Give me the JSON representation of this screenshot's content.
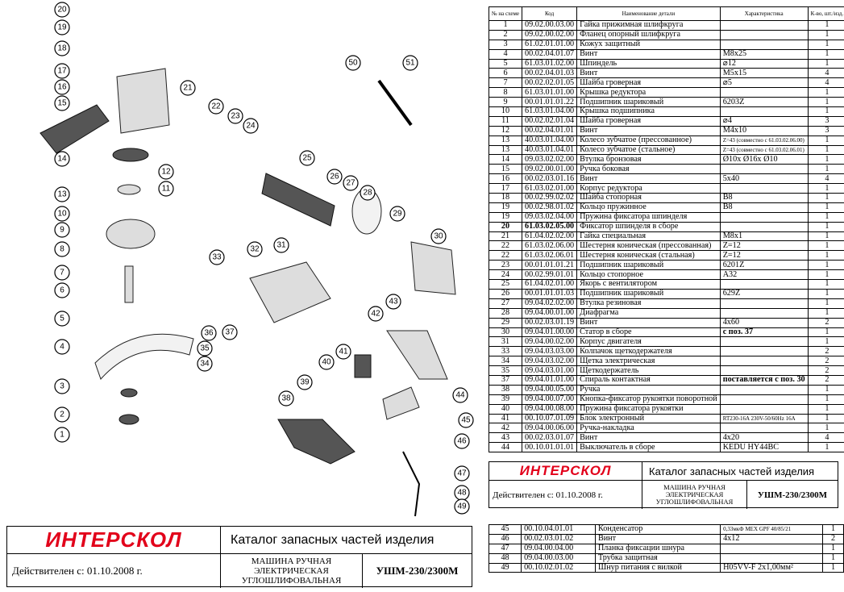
{
  "callouts": [
    "1",
    "2",
    "3",
    "4",
    "5",
    "6",
    "7",
    "8",
    "9",
    "10",
    "11",
    "12",
    "13",
    "14",
    "15",
    "16",
    "17",
    "18",
    "19",
    "20",
    "21",
    "22",
    "23",
    "24",
    "25",
    "26",
    "27",
    "28",
    "29",
    "30",
    "31",
    "32",
    "33",
    "34",
    "35",
    "36",
    "37",
    "38",
    "39",
    "40",
    "41",
    "42",
    "43",
    "44",
    "45",
    "46",
    "47",
    "48",
    "49",
    "50",
    "51"
  ],
  "table": {
    "headers": [
      "№ на схеме",
      "Код",
      "Наименование детали",
      "Характеристика",
      "К-во, шт./изд."
    ],
    "rows": [
      [
        "1",
        "09.02.00.03.00",
        "Гайка прижимная шлифкруга",
        "",
        "1"
      ],
      [
        "2",
        "09.02.00.02.00",
        "Фланец опорный шлифкруга",
        "",
        "1"
      ],
      [
        "3",
        "61.02.01.01.00",
        "Кожух защитный",
        "",
        "1"
      ],
      [
        "4",
        "00.02.04.01.07",
        "Винт",
        "М8х25",
        "1"
      ],
      [
        "5",
        "61.03.01.02.00",
        "Шпиндель",
        "⌀12",
        "1"
      ],
      [
        "6",
        "00.02.04.01.03",
        "Винт",
        "М5х15",
        "4"
      ],
      [
        "7",
        "00.02.02.01.05",
        "Шайба гроверная",
        "⌀5",
        "4"
      ],
      [
        "8",
        "61.03.01.01.00",
        "Крышка редуктора",
        "",
        "1"
      ],
      [
        "9",
        "00.01.01.01.22",
        "Подшипник шариковый",
        "6203Z",
        "1"
      ],
      [
        "10",
        "61.03.01.04.00",
        "Крышка подшипника",
        "",
        "1"
      ],
      [
        "11",
        "00.02.02.01.04",
        "Шайба гроверная",
        "⌀4",
        "3"
      ],
      [
        "12",
        "00.02.04.01.01",
        "Винт",
        "М4х10",
        "3"
      ],
      [
        "13",
        "40.03.01.04.00",
        "Колесо зубчатое (прессованное)",
        "Z=43 (совместно с 61.03.02.06.00)",
        "1"
      ],
      [
        "13",
        "40.03.01.04.01",
        "Колесо зубчатое (стальное)",
        "Z=43 (совместно с 61.03.02.06.01)",
        "1"
      ],
      [
        "14",
        "09.03.02.02.00",
        "Втулка бронзовая",
        "Ø10х Ø16х Ø10",
        "1"
      ],
      [
        "15",
        "09.02.00.01.00",
        "Ручка боковая",
        "",
        "1"
      ],
      [
        "16",
        "00.02.03.01.16",
        "Винт",
        "5х40",
        "4"
      ],
      [
        "17",
        "61.03.02.01.00",
        "Корпус редуктора",
        "",
        "1"
      ],
      [
        "18",
        "00.02.99.02.02",
        "Шайба стопорная",
        "В8",
        "1"
      ],
      [
        "19",
        "00.02.98.01.02",
        "Кольцо пружинное",
        "В8",
        "1"
      ],
      [
        "19",
        "09.03.02.04.00",
        "Пружина фиксатора шпинделя",
        "",
        "1"
      ],
      [
        "20",
        "61.03.02.05.00",
        "Фиксатор шпинделя в сборе",
        "",
        "1"
      ],
      [
        "21",
        "61.04.02.02.00",
        "Гайка специальная",
        "М8х1",
        "1"
      ],
      [
        "22",
        "61.03.02.06.00",
        "Шестерня коническая (прессованная)",
        "Z=12",
        "1"
      ],
      [
        "22",
        "61.03.02.06.01",
        "Шестерня коническая (стальная)",
        "Z=12",
        "1"
      ],
      [
        "23",
        "00.01.01.01.21",
        "Подшипник шариковый",
        "6201Z",
        "1"
      ],
      [
        "24",
        "00.02.99.01.01",
        "Кольцо стопорное",
        "А32",
        "1"
      ],
      [
        "25",
        "61.04.02.01.00",
        "Якорь с вентилятором",
        "",
        "1"
      ],
      [
        "26",
        "00.01.01.01.03",
        "Подшипник шариковый",
        "629Z",
        "1"
      ],
      [
        "27",
        "09.04.02.02.00",
        "Втулка резиновая",
        "",
        "1"
      ],
      [
        "28",
        "09.04.00.01.00",
        "Диафрагма",
        "",
        "1"
      ],
      [
        "29",
        "00.02.03.01.19",
        "Винт",
        "4х60",
        "2"
      ],
      [
        "30",
        "09.04.01.00.00",
        "Статор в сборе",
        "с поз. 37",
        "1"
      ],
      [
        "31",
        "09.04.00.02.00",
        "Корпус двигателя",
        "",
        "1"
      ],
      [
        "33",
        "09.04.03.03.00",
        "Колпачок щеткодержателя",
        "",
        "2"
      ],
      [
        "34",
        "09.04.03.02.00",
        "Щетка электрическая",
        "",
        "2"
      ],
      [
        "35",
        "09.04.03.01.00",
        "Щеткодержатель",
        "",
        "2"
      ],
      [
        "37",
        "09.04.01.01.00",
        "Спираль контактная",
        "поставляется с поз. 30",
        "2"
      ],
      [
        "38",
        "09.04.00.05.00",
        "Ручка",
        "",
        "1"
      ],
      [
        "39",
        "09.04.00.07.00",
        "Кнопка-фиксатор рукоятки поворотной",
        "",
        "1"
      ],
      [
        "40",
        "09.04.00.08.00",
        "Пружина фиксатора рукоятки",
        "",
        "1"
      ],
      [
        "41",
        "00.10.07.01.09",
        "Блок электронный",
        "RT230-16A 230V-50/60Hz 16A",
        "1"
      ],
      [
        "42",
        "09.04.00.06.00",
        "Ручка-накладка",
        "",
        "1"
      ],
      [
        "43",
        "00.02.03.01.07",
        "Винт",
        "4х20",
        "4"
      ],
      [
        "44",
        "00.10.01.01.01",
        "Выключатель в сборе",
        "KEDU HY44BC",
        "1"
      ]
    ],
    "rows2": [
      [
        "45",
        "00.10.04.01.01",
        "Конденсатор",
        "0,33мкФ MEX GPF 40/85/21",
        "1"
      ],
      [
        "46",
        "00.02.03.01.02",
        "Винт",
        "4х12",
        "2"
      ],
      [
        "47",
        "09.04.00.04.00",
        "Планка фиксации шнура",
        "",
        "1"
      ],
      [
        "48",
        "09.04.00.03.00",
        "Трубка защитная",
        "",
        "1"
      ],
      [
        "49",
        "00.10.02.01.02",
        "Шнур питания с вилкой",
        "H05VV-F 2х1,00мм²",
        "1"
      ]
    ]
  },
  "titleblock": {
    "logo": "ИНТЕРСКОЛ",
    "subtitle": "Каталог запасных частей изделия",
    "valid": "Действителен с: 01.10.2008 г.",
    "product_line1": "МАШИНА РУЧНАЯ",
    "product_line2": "ЭЛЕКТРИЧЕСКАЯ",
    "product_line3": "УГЛОШЛИФОВАЛЬНАЯ",
    "model": "УШМ-230/2300М"
  },
  "colors": {
    "logo": "#e2001a"
  }
}
